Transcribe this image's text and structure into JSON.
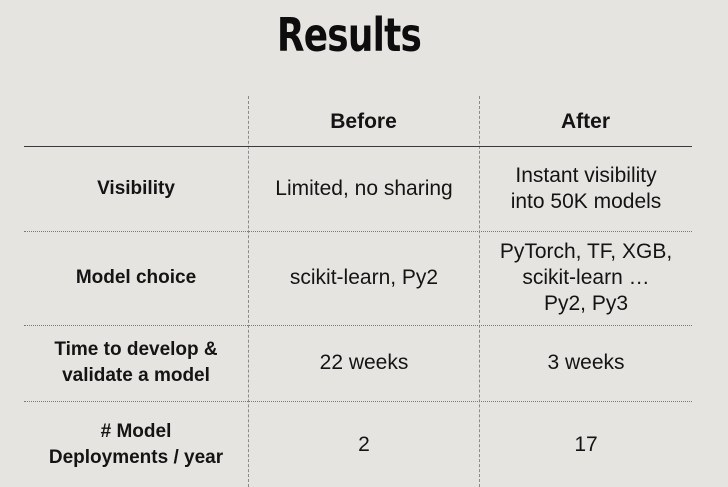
{
  "slide": {
    "title": "Results"
  },
  "table": {
    "columns": [
      "",
      "Before",
      "After"
    ],
    "rows": [
      {
        "label": "Visibility",
        "before": "Limited, no sharing",
        "after": "Instant visibility\ninto 50K models"
      },
      {
        "label": "Model choice",
        "before": "scikit-learn, Py2",
        "after": "PyTorch, TF, XGB,\nscikit-learn …\nPy2, Py3"
      },
      {
        "label": "Time to develop &\nvalidate a model",
        "before": "22 weeks",
        "after": "3 weeks"
      },
      {
        "label": "# Model\nDeployments / year",
        "before": "2",
        "after": "17"
      }
    ]
  }
}
